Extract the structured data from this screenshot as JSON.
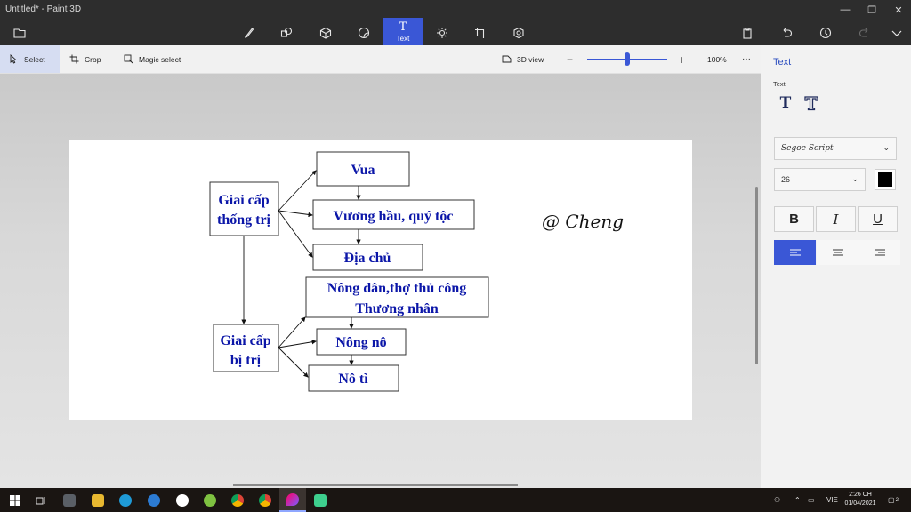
{
  "window": {
    "title": "Untitled* - Paint 3D"
  },
  "toolbar": {
    "active_tool_label": "Text",
    "active_tool_glyph": "T"
  },
  "subbar": {
    "select_label": "Select",
    "crop_label": "Crop",
    "magic_select_label": "Magic select",
    "view3d_label": "3D view",
    "zoom_minus": "−",
    "zoom_plus": "+",
    "zoom_value": "100%",
    "more": "···",
    "zoom_level_fraction": 0.5
  },
  "panel": {
    "title": "Text",
    "section_label": "Text",
    "font_family": "Segoe Script",
    "font_size": "26",
    "text_color": "#000000",
    "bold_label": "B",
    "italic_label": "I",
    "underline_label": "U",
    "alignment": "left"
  },
  "diagram": {
    "ruling_class": [
      "Giai cấp",
      "thống trị"
    ],
    "ruled_class": [
      "Giai cấp",
      "bị trị"
    ],
    "king": "Vua",
    "nobles": "Vương hầu, quý tộc",
    "landlords": "Địa chủ",
    "peasants": [
      "Nông dân,thợ thủ công",
      "Thương nhân"
    ],
    "serfs": "Nông nô",
    "slaves": "Nô tì",
    "watermark": "@ Cheng"
  },
  "taskbar": {
    "language": "VIE",
    "time": "2:26 CH",
    "date": "01/04/2021",
    "notifications": "2"
  },
  "colors": {
    "accent": "#3a57d6",
    "diagram_text": "#0b16a8",
    "titlebar": "#2d2d2d",
    "taskbar": "#1a1512"
  }
}
